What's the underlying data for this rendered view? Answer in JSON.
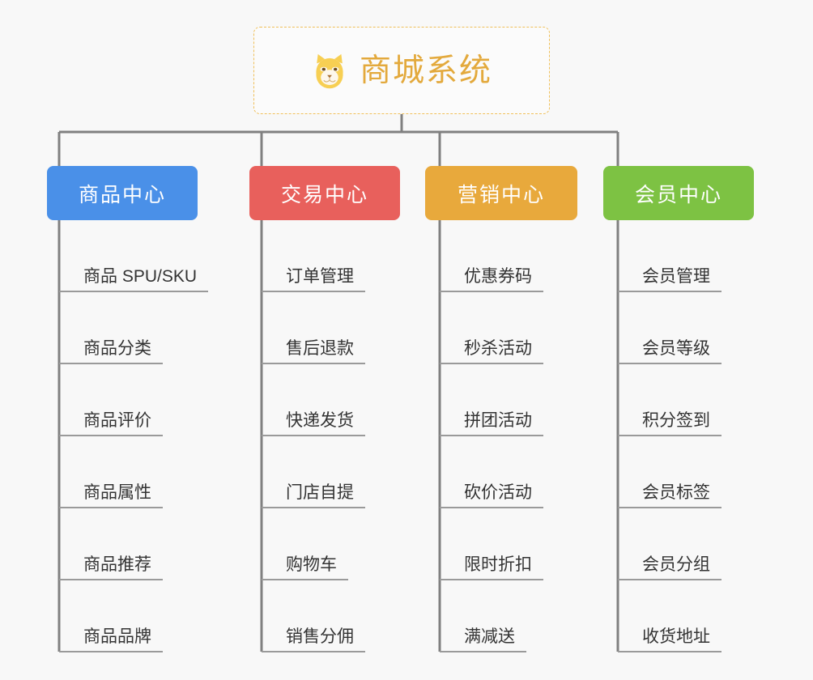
{
  "page": {
    "background_color": "#f8f8f8",
    "type": "mindmap",
    "connector_color": "#808080"
  },
  "root": {
    "title": "商城系统",
    "icon": "shiba-dog-face-emoji",
    "title_color": "#e3a93c",
    "border_color": "#f0c05a",
    "border_style": "dashed"
  },
  "categories": [
    {
      "label": "商品中心",
      "color": "#4a90e8",
      "items": [
        {
          "label": "商品 SPU/SKU"
        },
        {
          "label": "商品分类"
        },
        {
          "label": "商品评价"
        },
        {
          "label": "商品属性"
        },
        {
          "label": "商品推荐"
        },
        {
          "label": "商品品牌"
        }
      ]
    },
    {
      "label": "交易中心",
      "color": "#e8605c",
      "items": [
        {
          "label": "订单管理"
        },
        {
          "label": "售后退款"
        },
        {
          "label": "快递发货"
        },
        {
          "label": "门店自提"
        },
        {
          "label": "购物车"
        },
        {
          "label": "销售分佣"
        }
      ]
    },
    {
      "label": "营销中心",
      "color": "#e8a93c",
      "items": [
        {
          "label": "优惠券码"
        },
        {
          "label": "秒杀活动"
        },
        {
          "label": "拼团活动"
        },
        {
          "label": "砍价活动"
        },
        {
          "label": "限时折扣"
        },
        {
          "label": "满减送"
        }
      ]
    },
    {
      "label": "会员中心",
      "color": "#7dc243",
      "items": [
        {
          "label": "会员管理"
        },
        {
          "label": "会员等级"
        },
        {
          "label": "积分签到"
        },
        {
          "label": "会员标签"
        },
        {
          "label": "会员分组"
        },
        {
          "label": "收货地址"
        }
      ]
    }
  ]
}
